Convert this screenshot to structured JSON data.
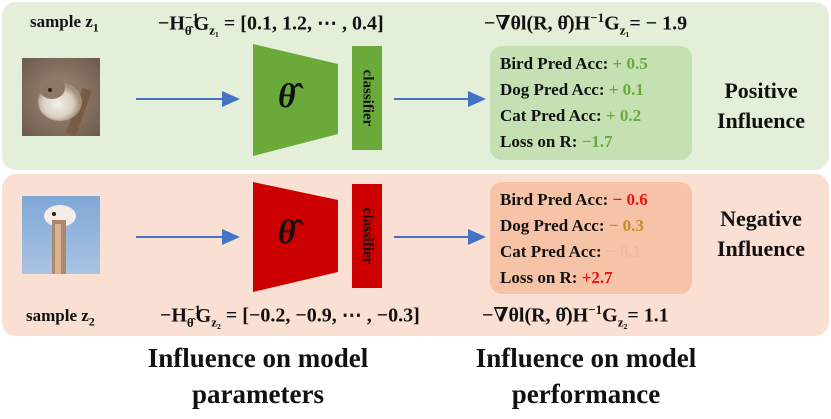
{
  "top": {
    "sample_label": "sample z",
    "sample_sub": "1",
    "param_formula_lhs": "−H",
    "param_formula_sup": "−1",
    "param_formula_sub_theta": "θ̂",
    "param_formula_G": "G",
    "param_formula_G_sub": "z₁",
    "param_formula_value": " = [0.1, 1.2, ⋯ , 0.4]",
    "perf_formula": "−∇θl(R, θ̂)H",
    "perf_formula_sup": "−1",
    "perf_formula_G": "G",
    "perf_formula_G_sub": "z₁",
    "perf_formula_value": "= − 1.9",
    "theta": "θ̂",
    "classifier": "classifier",
    "stats": [
      {
        "label": "Bird  Pred Acc:",
        "value": "+ 0.5"
      },
      {
        "label": "Dog   Pred Acc:",
        "value": "+ 0.1"
      },
      {
        "label": "Cat   Pred Acc:",
        "value": "+ 0.2"
      },
      {
        "label": "Loss on R:",
        "value": "−1.7"
      }
    ],
    "influence_line1": "Positive",
    "influence_line2": "Influence"
  },
  "bottom": {
    "sample_label": "sample z",
    "sample_sub": "2",
    "param_formula_lhs": "−H",
    "param_formula_sup": "−1",
    "param_formula_G": "G",
    "param_formula_G_sub": "z₂",
    "param_formula_value": " = [−0.2, −0.9, ⋯ , −0.3]",
    "perf_formula": "−∇θl(R, θ̂)H",
    "perf_formula_sup": "−1",
    "perf_formula_G": "G",
    "perf_formula_G_sub": "z₂",
    "perf_formula_value": "= 1.1",
    "theta": "θ̂",
    "classifier": "classifier",
    "stats": [
      {
        "label": "Bird  Pred Acc:",
        "value": "− 0.6"
      },
      {
        "label": "Dog   Pred Acc:",
        "value": "− 0.3"
      },
      {
        "label": "Cat   Pred Acc:",
        "value": "− 0.1"
      },
      {
        "label": "Loss on R:",
        "value": "+2.7"
      }
    ],
    "influence_line1": "Negative",
    "influence_line2": "Influence"
  },
  "captions": {
    "params_line1": "Influence on model",
    "params_line2": "parameters",
    "perf_line1": "Influence on model",
    "perf_line2": "performance"
  },
  "colors": {
    "green_panel": "#e3efd9",
    "red_panel": "#fadfd3",
    "green_model": "#6aaa3a",
    "red_model": "#cc0000",
    "green_stats_box": "#c5e0b3",
    "red_stats_box": "#f7c3a6",
    "green_value": "#6aaa3a",
    "red_value": "#ee1111",
    "orange_value": "#c98a2b",
    "faint_value": "#f2b89c",
    "arrow_blue": "#4472c4"
  }
}
